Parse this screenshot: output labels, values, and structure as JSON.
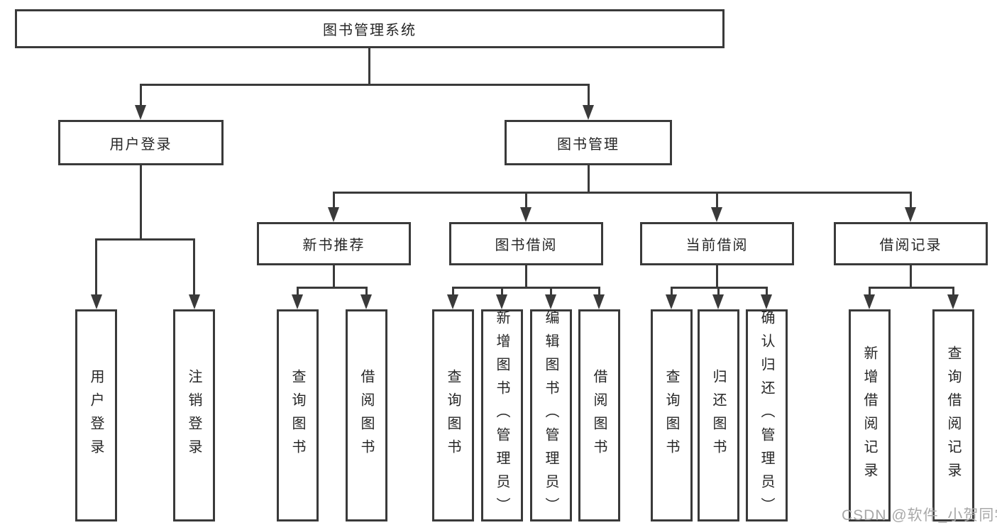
{
  "colors": {
    "line": "#3a3a3a",
    "box_border": "#3a3a3a",
    "box_background": "#ffffff",
    "text": "#262626",
    "watermark": "#a8a8a8",
    "background": "#ffffff"
  },
  "watermark": {
    "text": "CSDN @软件_小贺同学"
  },
  "tree": {
    "label": "图书管理系统",
    "children": [
      {
        "label": "用户登录",
        "children": [
          {
            "label": "用户登录"
          },
          {
            "label": "注销登录"
          }
        ]
      },
      {
        "label": "图书管理",
        "children": [
          {
            "label": "新书推荐",
            "children": [
              {
                "label": "查询图书"
              },
              {
                "label": "借阅图书"
              }
            ]
          },
          {
            "label": "图书借阅",
            "children": [
              {
                "label": "查询图书"
              },
              {
                "label": "新增图书（管理员）"
              },
              {
                "label": "编辑图书（管理员）"
              },
              {
                "label": "借阅图书"
              }
            ]
          },
          {
            "label": "当前借阅",
            "children": [
              {
                "label": "查询图书"
              },
              {
                "label": "归还图书"
              },
              {
                "label": "确认归还（管理员）"
              }
            ]
          },
          {
            "label": "借阅记录",
            "children": [
              {
                "label": "新增借阅记录"
              },
              {
                "label": "查询借阅记录"
              }
            ]
          }
        ]
      }
    ]
  }
}
